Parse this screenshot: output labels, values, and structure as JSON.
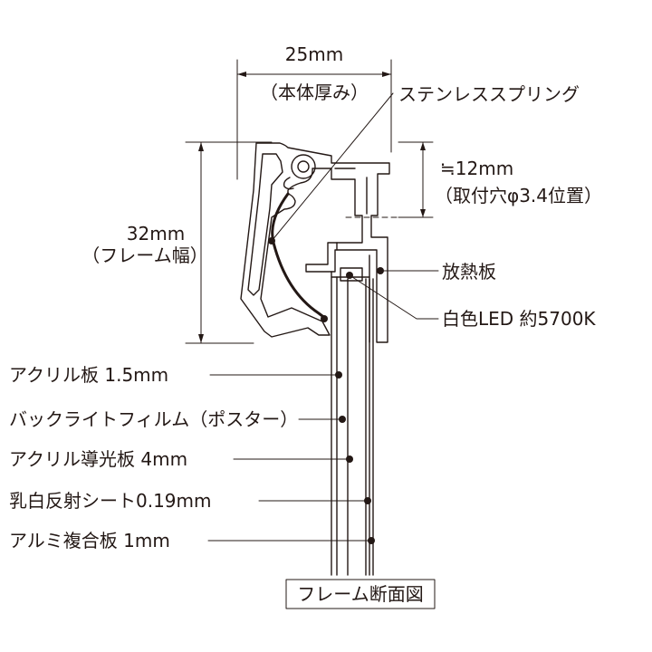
{
  "diagram": {
    "caption": "フレーム断面図",
    "dimensions": {
      "width": {
        "value": "25mm",
        "note": "（本体厚み）"
      },
      "height": {
        "value": "32mm",
        "note": "（フレーム幅）"
      },
      "hole": {
        "value": "≒12mm",
        "note": "（取付穴φ3.4位置）"
      }
    },
    "callouts": {
      "spring": "ステンレススプリング",
      "heatsink": "放熱板",
      "led": "白色LED 約5700K"
    },
    "layers": [
      "アクリル板 1.5mm",
      "バックライトフィルム（ポスター）",
      "アクリル導光板 4mm",
      "乳白反射シート0.19mm",
      "アルミ複合板 1mm"
    ]
  }
}
